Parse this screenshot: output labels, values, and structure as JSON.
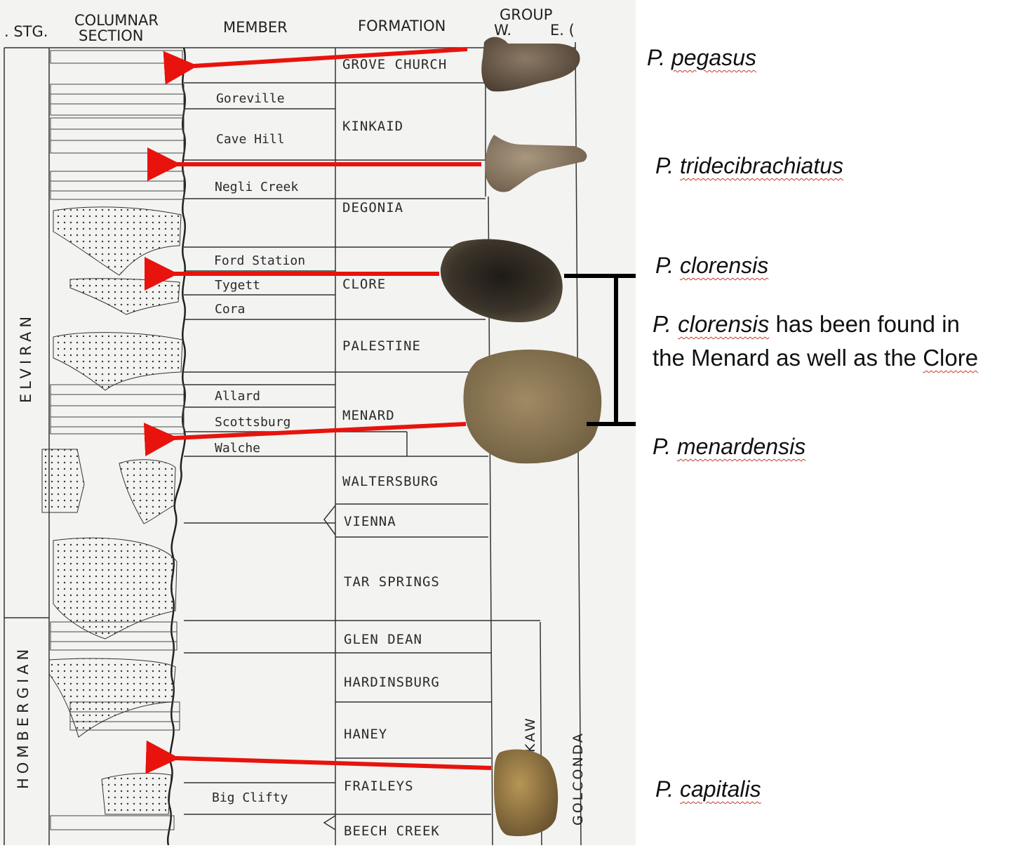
{
  "headers": {
    "stage": ". STG.",
    "columnar_line1": "COLUMNAR",
    "columnar_line2": "SECTION",
    "member": "MEMBER",
    "formation": "FORMATION",
    "group_line1": "GROUP",
    "group_line2_w": "W.",
    "group_line2_e": "E. ("
  },
  "stages": {
    "upper": "ELVIRAN",
    "lower": "HOMBERGIAN"
  },
  "groups": {
    "okaw": "OKAW",
    "golconda": "GOLCONDA"
  },
  "members": {
    "goreville": "Goreville",
    "cave_hill": "Cave Hill",
    "negli_creek": "Negli Creek",
    "ford_station": "Ford Station",
    "tygett": "Tygett",
    "cora": "Cora",
    "allard": "Allard",
    "scottsburg": "Scottsburg",
    "walche": "Walche",
    "big_clifty": "Big Clifty"
  },
  "formations": {
    "grove_church": "GROVE  CHURCH",
    "kinkaid": "KINKAID",
    "degonia": "DEGONIA",
    "clore": "CLORE",
    "palestine": "PALESTINE",
    "menard": "MENARD",
    "waltersburg": "WALTERSBURG",
    "vienna": "VIENNA",
    "tar_springs": "TAR  SPRINGS",
    "glen_dean": "GLEN  DEAN",
    "hardinsburg": "HARDINSBURG",
    "haney": "HANEY",
    "fraileys": "FRAILEYS",
    "beech_creek": "BEECH  CREEK"
  },
  "species": {
    "pegasus": {
      "genus": "P.",
      "epithet": "pegasus"
    },
    "tridecibrachiatus": {
      "genus": "P.",
      "epithet": "tridecibrachiatus"
    },
    "clorensis": {
      "genus": "P.",
      "epithet": "clorensis"
    },
    "menardensis": {
      "genus": "P.",
      "epithet": "menardensis"
    },
    "capitalis": {
      "genus": "P.",
      "epithet": "capitalis"
    }
  },
  "note": {
    "genus": "P.",
    "epithet": "clorensis",
    "rest_line1": " has been found in",
    "rest_line2": "the Menard as well as the ",
    "clore_word": "Clore"
  },
  "colors": {
    "arrow": "#e8130d",
    "fossil_brown": "#6f5c46",
    "paper": "#f3f3f1"
  }
}
